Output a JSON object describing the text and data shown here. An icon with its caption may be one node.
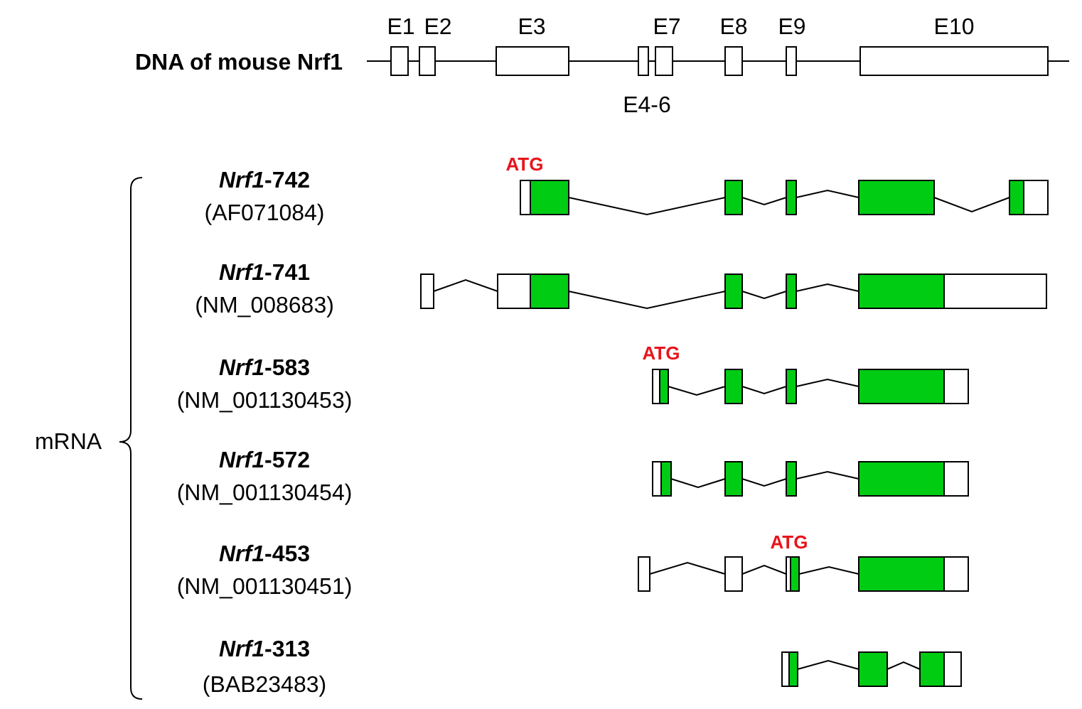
{
  "diagram": {
    "labels": [
      "DNA of mouse Nrf1",
      "E1",
      "E2",
      "E3",
      "E7",
      "E8",
      "E9",
      "E10",
      "E4-6",
      "ATG",
      "*Nrf1*-742",
      "(AF071084)",
      "*Nrf1*-741",
      "(NM_008683)",
      "ATG",
      "*Nrf1*-583",
      "(NM_001130453)",
      "mRNA",
      "*Nrf1*-572",
      "(NM_001130454)",
      "ATG",
      "*Nrf1*-453",
      "(NM_001130451)",
      "*Nrf1*-313",
      "(BAB23483)"
    ]
  }
}
